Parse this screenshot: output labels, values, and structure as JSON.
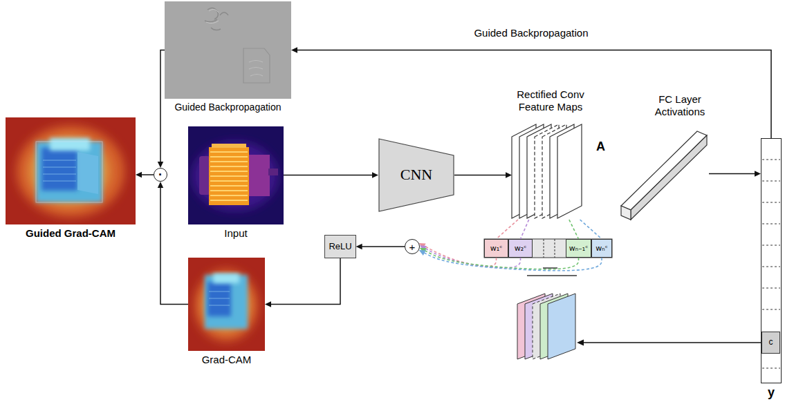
{
  "diagram": {
    "nodes": [
      {
        "text": [
          "Guided Backpropagation"
        ]
      },
      {
        "text": [
          "Guided Grad-CAM"
        ]
      },
      {
        "text": [
          "·"
        ]
      },
      {
        "text": [
          "Input"
        ]
      },
      {
        "text": [
          "CNN"
        ]
      },
      {
        "text": [
          "Rectified Conv Feature Maps",
          "A"
        ]
      },
      {
        "text": [
          "FC Layer Activations"
        ]
      },
      {
        "text": [
          "y"
        ]
      },
      {
        "text": [
          "c"
        ],
        "in": 7
      },
      {
        "text": [
          "ReLU"
        ]
      },
      {
        "text": [
          "+"
        ]
      },
      {
        "text": [
          "w₁ᶜ"
        ]
      },
      {
        "text": [
          "w₂ᶜ"
        ]
      },
      {
        "text": [
          "wₙ₋₁ᶜ"
        ]
      },
      {
        "text": [
          "wₙᶜ"
        ]
      },
      {
        "text": [
          "Grad-CAM"
        ]
      }
    ],
    "edges": [
      {
        "from": 7,
        "to": 0,
        "arrow": "to",
        "label": "Guided Backpropagation"
      },
      {
        "from": 0,
        "to": 2,
        "arrow": "to"
      },
      {
        "from": 15,
        "to": 2,
        "arrow": "to"
      },
      {
        "from": 2,
        "to": 1,
        "arrow": "to"
      },
      {
        "from": 3,
        "to": 4,
        "arrow": "to"
      },
      {
        "from": 4,
        "to": 5,
        "arrow": "to"
      },
      {
        "from": 6,
        "to": 7,
        "arrow": "to"
      },
      {
        "from": 10,
        "to": 9,
        "arrow": "to"
      },
      {
        "from": 9,
        "to": 15,
        "arrow": "to"
      },
      {
        "from": 5,
        "to": 11,
        "arrow": "none"
      },
      {
        "from": 5,
        "to": 12,
        "arrow": "none"
      },
      {
        "from": 5,
        "to": 13,
        "arrow": "none"
      },
      {
        "from": 5,
        "to": 14,
        "arrow": "none"
      },
      {
        "from": 11,
        "to": 10,
        "arrow": "to"
      },
      {
        "from": 12,
        "to": 10,
        "arrow": "to"
      },
      {
        "from": 13,
        "to": 10,
        "arrow": "to"
      },
      {
        "from": 14,
        "to": 10,
        "arrow": "to"
      }
    ]
  }
}
